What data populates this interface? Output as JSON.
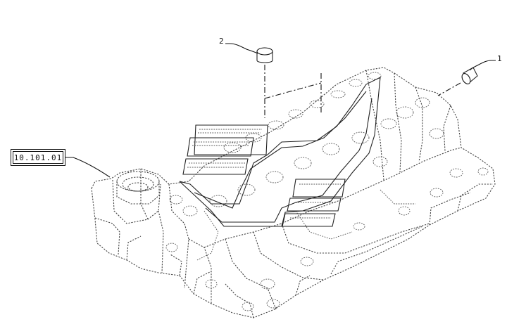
{
  "reference": {
    "code": "10.101.01"
  },
  "callouts": [
    {
      "number": "2",
      "part": "cap"
    },
    {
      "number": "1",
      "part": "plug"
    }
  ],
  "colors": {
    "line": "#444444",
    "background": "#ffffff"
  }
}
